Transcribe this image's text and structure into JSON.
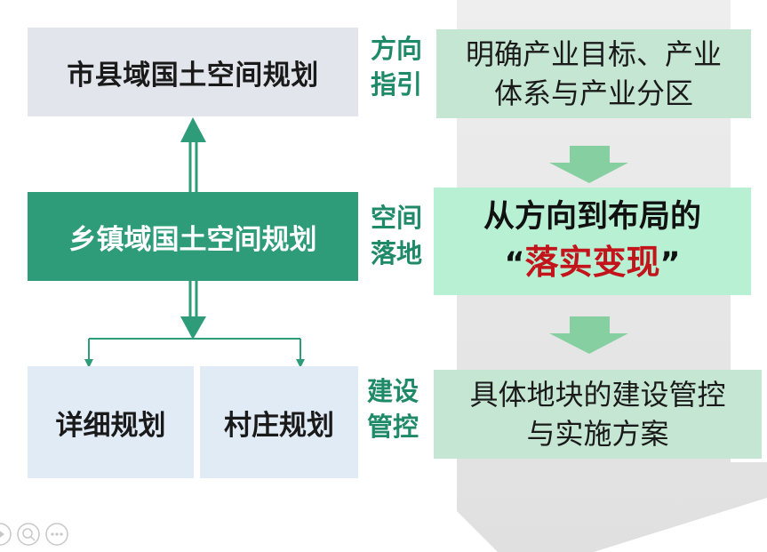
{
  "left_column": {
    "city_plan": "市县域国土空间规划",
    "town_plan": "乡镇域国土空间规划",
    "detail_plan": "详细规划",
    "village_plan": "村庄规划"
  },
  "middle_labels": [
    {
      "line1": "方向",
      "line2": "指引"
    },
    {
      "line1": "空间",
      "line2": "落地"
    },
    {
      "line1": "建设",
      "line2": "管控"
    }
  ],
  "right_column": {
    "box1": {
      "line1": "明确产业目标、产业",
      "line2": "体系与产业分区"
    },
    "box2": {
      "line1": "从方向到布局的",
      "open_quote": "“",
      "highlight": "落实变现",
      "close_quote": "”"
    },
    "box3": {
      "line1": "具体地块的建设管控",
      "line2": "与实施方案"
    }
  },
  "colors": {
    "town_box": "#2e9c79",
    "label_text": "#1f8a68",
    "highlight_text": "#c3141b",
    "down_arrow": "#86cfa0",
    "up_arrow": "#2e9c79",
    "bg_arrow": "#e9e9e9"
  },
  "icons": [
    "play-icon",
    "zoom-icon",
    "more-icon"
  ]
}
